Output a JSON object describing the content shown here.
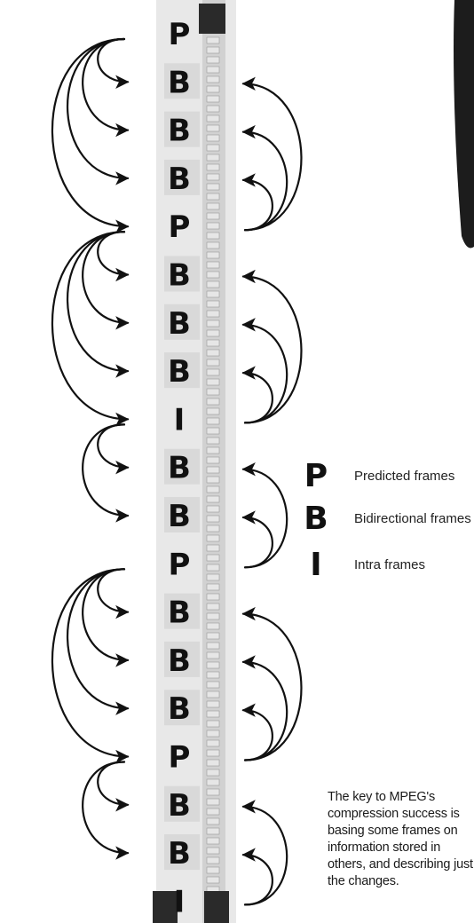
{
  "frames": [
    "P",
    "B",
    "B",
    "B",
    "P",
    "B",
    "B",
    "B",
    "I",
    "B",
    "B",
    "P",
    "B",
    "B",
    "B",
    "P",
    "B",
    "B",
    "I"
  ],
  "legend": [
    {
      "letter": "P",
      "label": "Predicted frames"
    },
    {
      "letter": "B",
      "label": "Bidirectional frames"
    },
    {
      "letter": "I",
      "label": "Intra frames"
    }
  ],
  "caption": "The key to MPEG's compression success is basing some frames on information stored in others, and describing just the changes.",
  "colors": {
    "ink": "#111111",
    "film_strip": "#c9c9c9",
    "film_cell": "#e3e3e3"
  }
}
